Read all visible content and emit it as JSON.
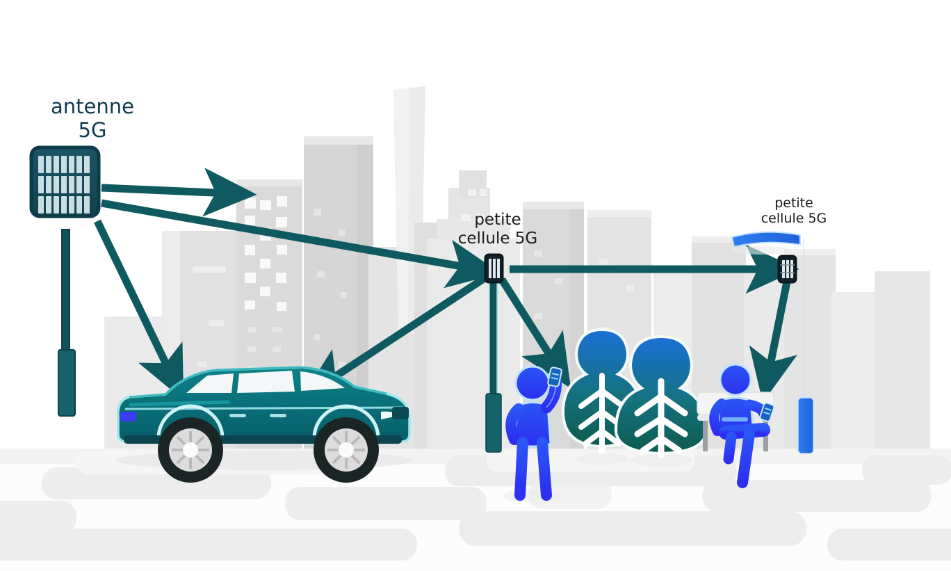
{
  "scene": {
    "title": "Diagramme de reseau 5G urbain",
    "background_color": "#ffffff",
    "description": "Illustration d'une antenne 5G macro relayant vers des petites cellules 5G en ville, desservant une voiture et des pietons."
  },
  "labels": {
    "antenna": "antenne\n5G",
    "small_cell_1": "petite\ncellule 5G",
    "small_cell_2": "petite\ncellule 5G"
  },
  "colors": {
    "teal_dark": "#0e4d55",
    "teal_deep": "#123b4e",
    "teal_mid": "#0d6b72",
    "teal_car": "#0b7a80",
    "blue_person": "#2b4cf2",
    "blue_lamp": "#2f7ef0",
    "label_dark": "#1b1b1b",
    "building_gray": "#e2e2e2",
    "ground_gray": "#ededed",
    "white": "#ffffff"
  },
  "elements": {
    "antenna_mast": {
      "name": "antenne 5G macro",
      "panel_rows": 3,
      "panel_cols": 7
    },
    "small_cell_pole": {
      "name": "petite cellule 5G sur mat"
    },
    "street_lamp": {
      "name": "lampadaire avec petite cellule 5G"
    },
    "car": {
      "name": "voiture connectee",
      "color": "#0b7a80"
    },
    "person_standing": {
      "name": "pieton debout avec smartphone"
    },
    "person_seated": {
      "name": "personne assise sur banc avec smartphone"
    },
    "bench": {
      "name": "banc public"
    },
    "trees": {
      "count": 2,
      "name": "arbres stylises"
    },
    "skyline": {
      "name": "silhouette de ville",
      "building_count": 12
    }
  },
  "links": [
    {
      "from": "antenne 5G",
      "to": "immeuble",
      "style": "arrow"
    },
    {
      "from": "antenne 5G",
      "to": "petite cellule 5G",
      "style": "arrow"
    },
    {
      "from": "antenne 5G",
      "to": "voiture",
      "style": "arrow"
    },
    {
      "from": "petite cellule 5G",
      "to": "voiture",
      "style": "arrow"
    },
    {
      "from": "petite cellule 5G",
      "to": "pieton debout",
      "style": "arrow"
    },
    {
      "from": "petite cellule 5G",
      "to": "petite cellule 5G (lampadaire)",
      "style": "arrow"
    },
    {
      "from": "petite cellule 5G (lampadaire)",
      "to": "personne assise",
      "style": "arrow"
    }
  ]
}
